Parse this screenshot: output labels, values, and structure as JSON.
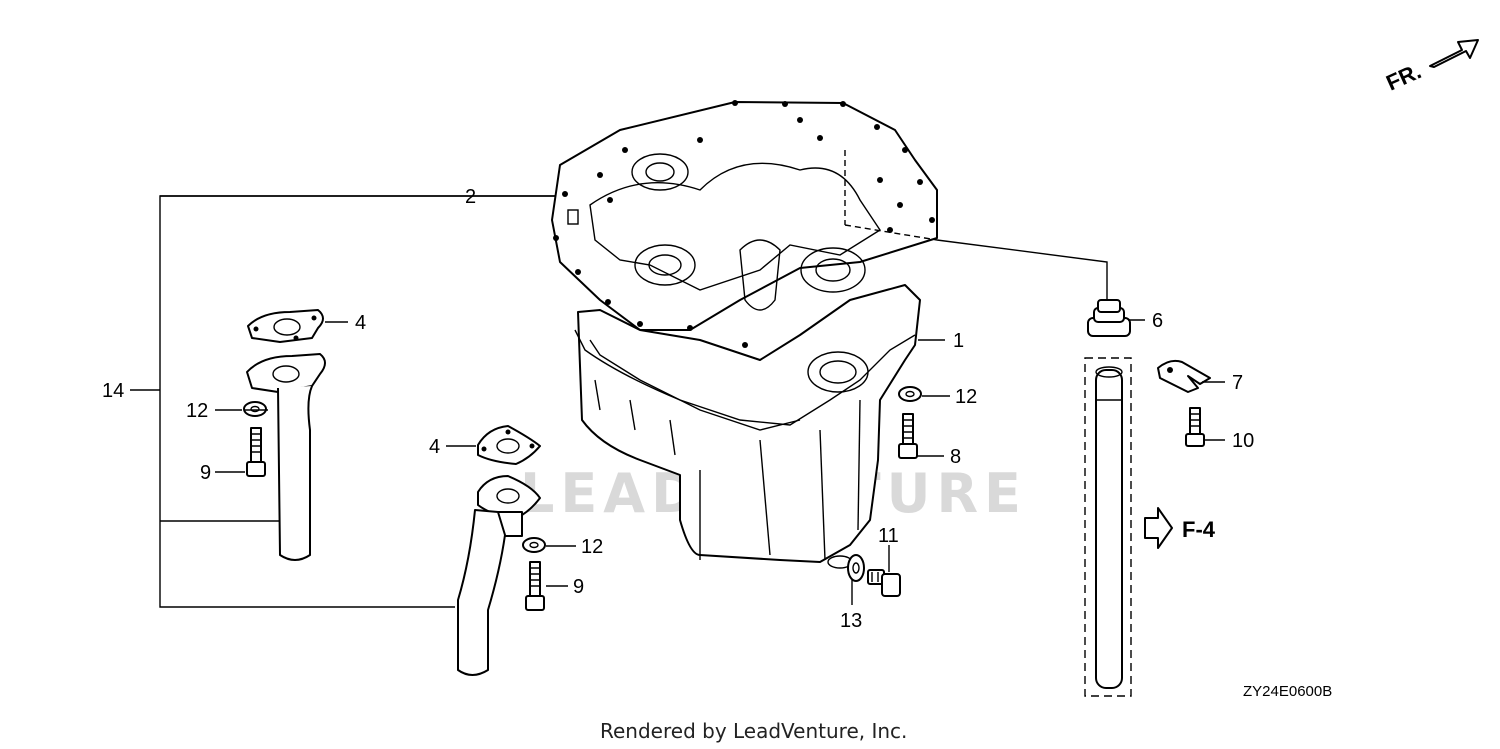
{
  "diagram_code": "ZY24E0600B",
  "footer": "Rendered by LeadVenture, Inc.",
  "watermark": "LEADVENTURE",
  "direction_indicator": "FR.",
  "reference": "F-4",
  "callouts": {
    "c1": "1",
    "c2": "2",
    "c4a": "4",
    "c4b": "4",
    "c6": "6",
    "c7": "7",
    "c8": "8",
    "c9a": "9",
    "c9b": "9",
    "c10": "10",
    "c11": "11",
    "c12a": "12",
    "c12b": "12",
    "c12c": "12",
    "c13": "13",
    "c14": "14"
  },
  "colors": {
    "line": "#000000",
    "watermark": "#d9d9d9"
  }
}
